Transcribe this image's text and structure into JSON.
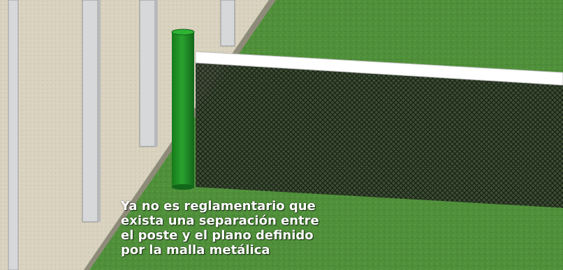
{
  "caption": {
    "lines": [
      "Ya no es reglamentario que",
      "exista una separación entre",
      "el poste y el plano definido",
      "por la malla metálica"
    ]
  },
  "colors": {
    "grass": "#4f8f3a",
    "post": "#1f8a24",
    "net_band": "#ffffff",
    "wall": "#d9d3bf"
  }
}
